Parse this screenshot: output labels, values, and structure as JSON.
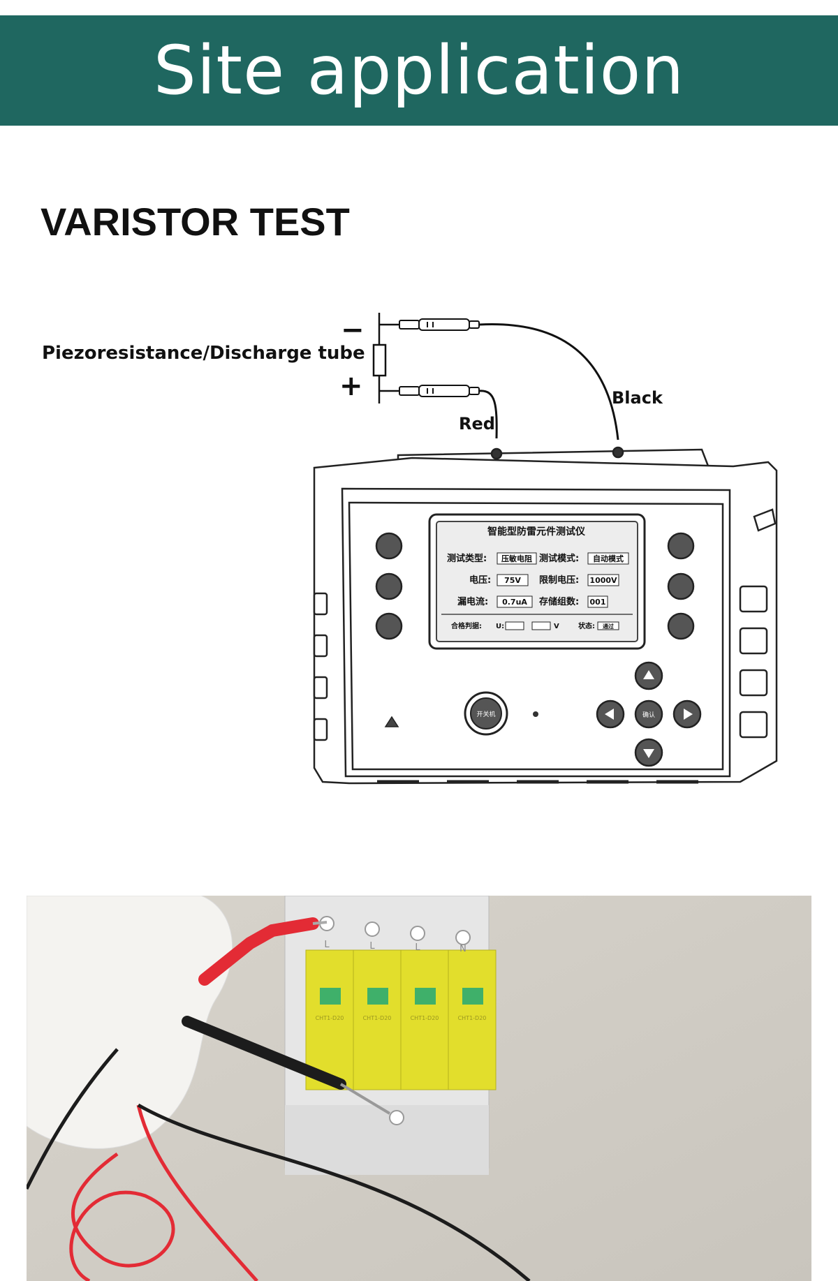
{
  "header": {
    "title": "Site application"
  },
  "section": {
    "title": "VARISTOR TEST"
  },
  "diagram": {
    "component_label": "Piezoresistance/Discharge tube",
    "minus_sign": "−",
    "plus_sign": "+",
    "red_label": "Red",
    "black_label": "Black",
    "device": {
      "screen_title": "智能型防雷元件测试仪",
      "rows": [
        {
          "label": "测试类型:",
          "value": "压敏电阻",
          "label2": "测试模式:",
          "value2": "自动模式"
        },
        {
          "label": "电压:",
          "value": "75V",
          "label2": "限制电压:",
          "value2": "1000V"
        },
        {
          "label": "漏电流:",
          "value": "0.7uA",
          "label2": "存储组数:",
          "value2": "001"
        }
      ],
      "status_left": "合格判据:",
      "status_u_label": "U:",
      "status_unit": "V",
      "status_state_label": "状态:",
      "status_state_value": "通过",
      "power_label": "开关机",
      "center_key_label": "确认"
    }
  },
  "photo": {
    "modules": [
      {
        "letter": "L",
        "model": "CHT1-D20"
      },
      {
        "letter": "L",
        "model": "CHT1-D20"
      },
      {
        "letter": "L",
        "model": "CHT1-D20"
      },
      {
        "letter": "N",
        "model": "CHT1-D20"
      }
    ],
    "colors": {
      "module": "#e2de2c",
      "window": "#3fb06a",
      "red_lead": "#e32b35",
      "black_lead": "#1c1c1c"
    }
  }
}
